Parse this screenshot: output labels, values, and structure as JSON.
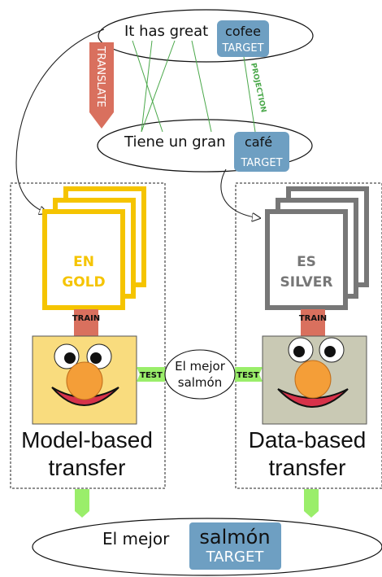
{
  "source_sentence": {
    "prefix": "It has great",
    "target_word": "cofee",
    "target_tag": "TARGET"
  },
  "translated_sentence": {
    "prefix": "Tiene un gran",
    "target_word": "café",
    "target_tag": "TARGET"
  },
  "translate_label": "TRANSLATE",
  "projection_label": "PROJECTION",
  "gold_stack": {
    "line1": "EN",
    "line2": "GOLD",
    "color": "#f5c400"
  },
  "silver_stack": {
    "line1": "ES",
    "line2": "SILVER",
    "color": "#777777"
  },
  "train_label_left": "TRAIN",
  "train_label_right": "TRAIN",
  "test_label_left": "TEST",
  "test_label_right": "TEST",
  "test_input": {
    "line1": "El mejor",
    "line2": "salmón"
  },
  "model_based": {
    "line1": "Model-based",
    "line2": "transfer"
  },
  "data_based": {
    "line1": "Data-based",
    "line2": "transfer"
  },
  "output_sentence": {
    "prefix": "El mejor",
    "target_word": "salmón",
    "target_tag": "TARGET"
  },
  "colors": {
    "target_box": "#6e9fc2",
    "translate_arrow": "#d9705e",
    "projection_line": "#4aa84a",
    "test_arrow": "#9aee6a",
    "train_arrow": "#d9705e",
    "face_left_bg": "#f9dc7e",
    "face_right_bg": "#c9c9b4"
  }
}
